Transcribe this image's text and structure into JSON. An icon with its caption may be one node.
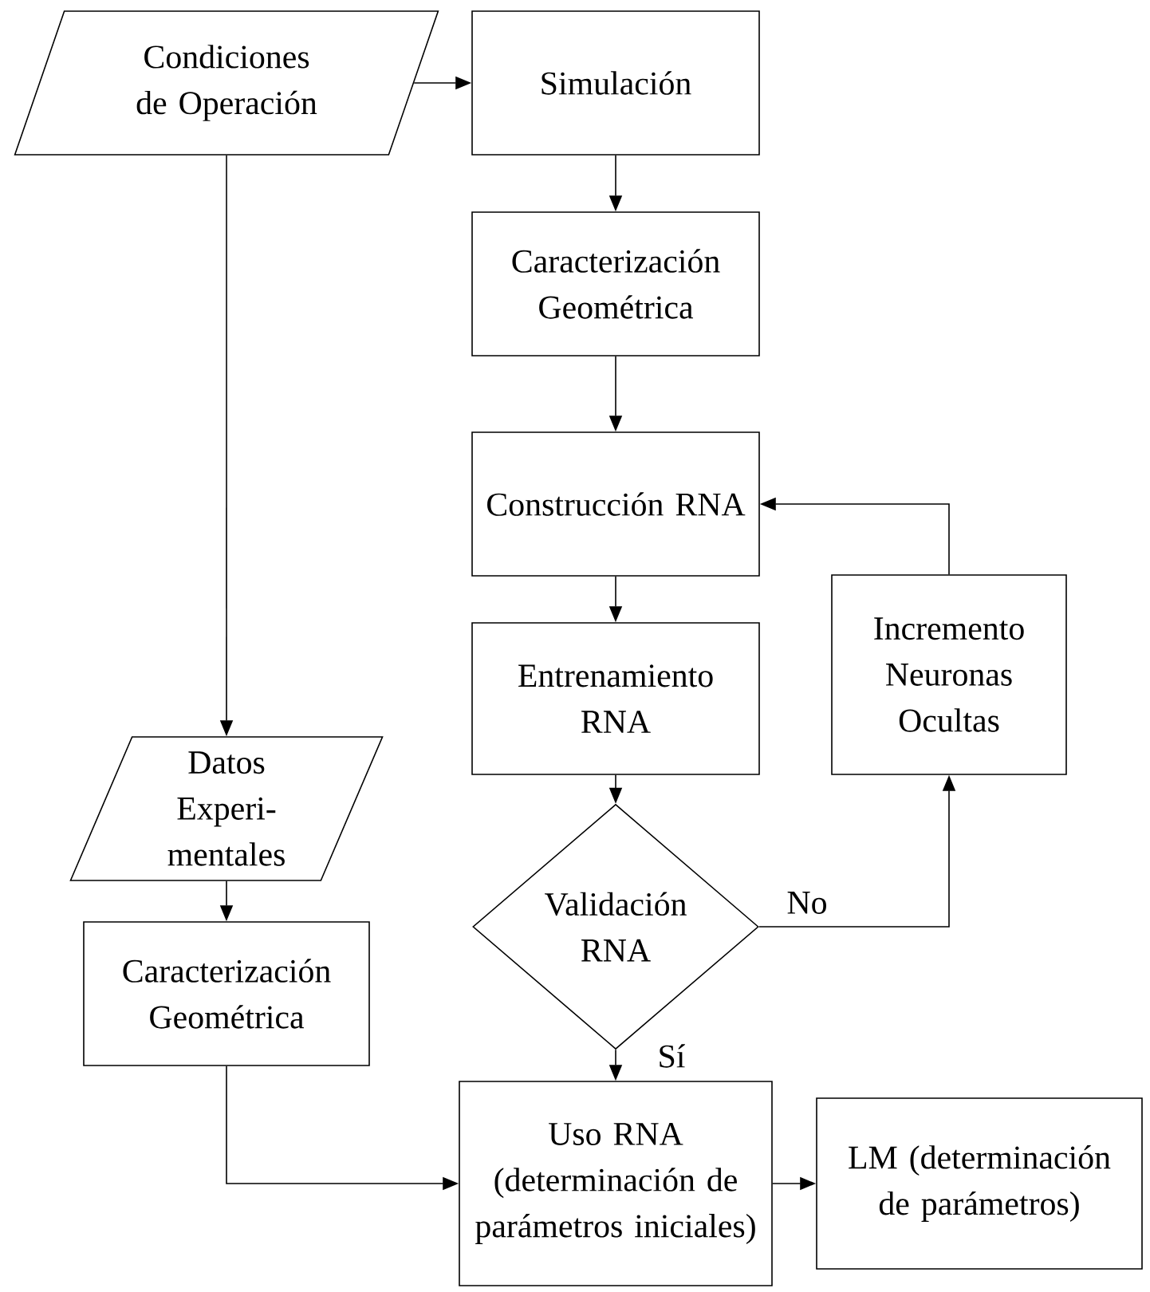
{
  "diagram": {
    "nodes": [
      {
        "text": [
          "Condiciones de Operación"
        ]
      },
      {
        "text": [
          "Simulación"
        ]
      },
      {
        "text": [
          "Caracterización Geométrica"
        ]
      },
      {
        "text": [
          "Construcción RNA"
        ]
      },
      {
        "text": [
          "Entrenamiento RNA"
        ]
      },
      {
        "text": [
          "Incremento Neuronas Ocultas"
        ]
      },
      {
        "text": [
          "Validación RNA"
        ]
      },
      {
        "text": [
          "Datos Experi- mentales"
        ]
      },
      {
        "text": [
          "Caracterización Geométrica"
        ]
      },
      {
        "text": [
          "Uso RNA (determinación de parámetros iniciales)"
        ]
      },
      {
        "text": [
          "LM (determinación de parámetros)"
        ]
      }
    ],
    "edges": [
      {
        "from": 0,
        "to": 1,
        "arrow": "to"
      },
      {
        "from": 1,
        "to": 2,
        "arrow": "to"
      },
      {
        "from": 2,
        "to": 3,
        "arrow": "to"
      },
      {
        "from": 3,
        "to": 4,
        "arrow": "to"
      },
      {
        "from": 4,
        "to": 6,
        "arrow": "to"
      },
      {
        "from": 6,
        "to": 5,
        "arrow": "to",
        "label": "No"
      },
      {
        "from": 5,
        "to": 3,
        "arrow": "to"
      },
      {
        "from": 0,
        "to": 7,
        "arrow": "to"
      },
      {
        "from": 7,
        "to": 8,
        "arrow": "to"
      },
      {
        "from": 6,
        "to": 9,
        "arrow": "to",
        "label": "Sí"
      },
      {
        "from": 8,
        "to": 9,
        "arrow": "to"
      },
      {
        "from": 9,
        "to": 10,
        "arrow": "to"
      }
    ]
  }
}
